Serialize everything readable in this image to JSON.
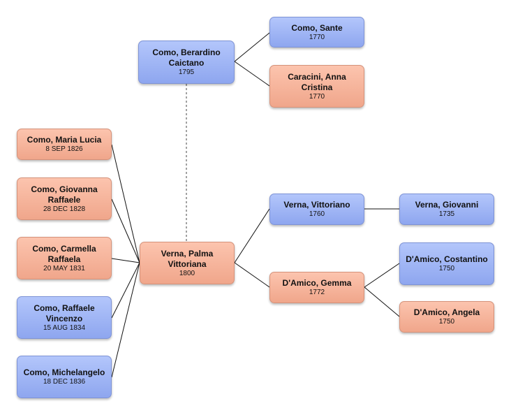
{
  "people": {
    "berardino": {
      "name": "Como, Berardino Caictano",
      "date": "1795"
    },
    "sante": {
      "name": "Como, Sante",
      "date": "1770"
    },
    "anna": {
      "name": "Caracini, Anna Cristina",
      "date": "1770"
    },
    "maria_lucia": {
      "name": "Como, Maria Lucia",
      "date": "8 SEP 1826"
    },
    "giovanna": {
      "name": "Como, Giovanna Raffaele",
      "date": "28 DEC 1828"
    },
    "carmella": {
      "name": "Como, Carmella Raffaela",
      "date": "20 MAY 1831"
    },
    "raffaele": {
      "name": "Como, Raffaele Vincenzo",
      "date": "15 AUG 1834"
    },
    "michelangelo": {
      "name": "Como, Michelangelo",
      "date": "18 DEC 1836"
    },
    "palma": {
      "name": "Verna, Palma Vittoriana",
      "date": "1800"
    },
    "vittoriano": {
      "name": "Verna, Vittoriano",
      "date": "1760"
    },
    "giovanni": {
      "name": "Verna, Giovanni",
      "date": "1735"
    },
    "gemma": {
      "name": "D'Amico, Gemma",
      "date": "1772"
    },
    "costantino": {
      "name": "D'Amico, Costantino",
      "date": "1750"
    },
    "angela": {
      "name": "D'Amico, Angela",
      "date": "1750"
    }
  },
  "colors": {
    "male": "#9db3f5",
    "female": "#f6b59c",
    "line": "#111111"
  }
}
